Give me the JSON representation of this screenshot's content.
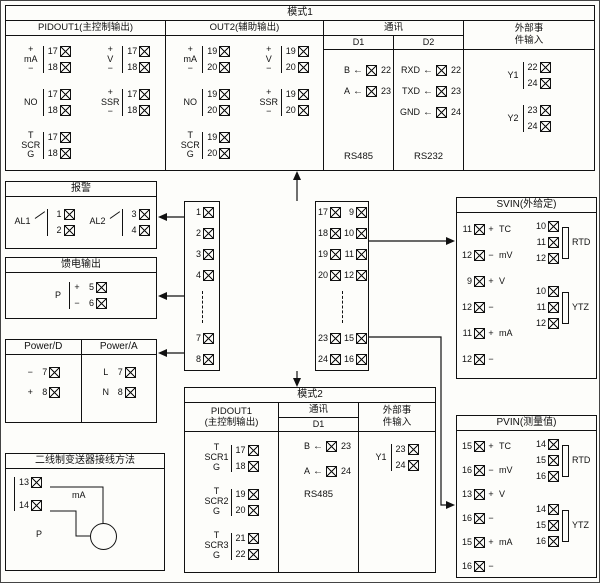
{
  "icons": {
    "arrow_left": "←"
  },
  "mode1": {
    "title": "模式1",
    "pidout1": {
      "header": "PIDOUT1(主控制输出)",
      "items": [
        {
          "top": "+",
          "label": "mA",
          "bottom": "−",
          "t1": "17",
          "t2": "18"
        },
        {
          "top": "+",
          "label": "V",
          "bottom": "−",
          "t1": "17",
          "t2": "18"
        },
        {
          "label": "NO",
          "t1": "17",
          "t2": "18"
        },
        {
          "top": "+",
          "label": "SSR",
          "bottom": "−",
          "t1": "17",
          "t2": "18"
        },
        {
          "top": "T",
          "label": "SCR",
          "bottom": "G",
          "t1": "17",
          "t2": "18"
        }
      ]
    },
    "out2": {
      "header": "OUT2(辅助输出)",
      "items": [
        {
          "top": "+",
          "label": "mA",
          "bottom": "−",
          "t1": "19",
          "t2": "20"
        },
        {
          "top": "+",
          "label": "V",
          "bottom": "−",
          "t1": "19",
          "t2": "20"
        },
        {
          "label": "NO",
          "t1": "19",
          "t2": "20"
        },
        {
          "top": "+",
          "label": "SSR",
          "bottom": "−",
          "t1": "19",
          "t2": "20"
        },
        {
          "top": "T",
          "label": "SCR",
          "bottom": "G",
          "t1": "19",
          "t2": "20"
        }
      ]
    },
    "comm": {
      "header": "通讯",
      "d1_label": "D1",
      "d2_label": "D2",
      "d1_rows": [
        {
          "sig": "B",
          "t": "22"
        },
        {
          "sig": "A",
          "t": "23"
        }
      ],
      "d1_std": "RS485",
      "d2_rows": [
        {
          "sig": "RXD",
          "t": "22"
        },
        {
          "sig": "TXD",
          "t": "23"
        },
        {
          "sig": "GND",
          "t": "24"
        }
      ],
      "d2_std": "RS232"
    },
    "event": {
      "header": "外部事件输入",
      "items": [
        {
          "name": "Y1",
          "t1": "22",
          "t2": "24"
        },
        {
          "name": "Y2",
          "t1": "23",
          "t2": "24"
        }
      ]
    }
  },
  "alarm": {
    "title": "报警",
    "items": [
      {
        "name": "AL1",
        "t1": "1",
        "t2": "2"
      },
      {
        "name": "AL2",
        "t1": "3",
        "t2": "4"
      }
    ]
  },
  "feed": {
    "title": "馈电输出",
    "label": "P",
    "rows": [
      {
        "sign": "+",
        "t": "5"
      },
      {
        "sign": "−",
        "t": "6"
      }
    ]
  },
  "power": {
    "d_title": "Power/D",
    "a_title": "Power/A",
    "d_rows": [
      {
        "sign": "−",
        "t": "7"
      },
      {
        "sign": "+",
        "t": "8"
      }
    ],
    "a_rows": [
      {
        "sign": "L",
        "t": "7"
      },
      {
        "sign": "N",
        "t": "8"
      }
    ]
  },
  "two_wire": {
    "title": "二线制变送器接线方法",
    "rows": [
      {
        "t": "13"
      },
      {
        "t": "14"
      }
    ],
    "signal": "mA",
    "p_label": "P"
  },
  "terminal_block": {
    "left_top": [
      {
        "n": "1"
      },
      {
        "n": "2"
      },
      {
        "n": "3"
      },
      {
        "n": "4"
      }
    ],
    "left_bottom": [
      {
        "n": "7"
      },
      {
        "n": "8"
      }
    ],
    "right_top": [
      {
        "a": "17",
        "b": "9"
      },
      {
        "a": "18",
        "b": "10"
      },
      {
        "a": "19",
        "b": "11"
      },
      {
        "a": "20",
        "b": "12"
      }
    ],
    "right_bottom": [
      {
        "a": "23",
        "b": "15"
      },
      {
        "a": "24",
        "b": "16"
      }
    ]
  },
  "mode2": {
    "title": "模式2",
    "pidout1_header1": "PIDOUT1",
    "pidout1_header2": "(主控制输出)",
    "scr_items": [
      {
        "name": "SCR1",
        "top": "T",
        "bottom": "G",
        "t1": "17",
        "t2": "18"
      },
      {
        "name": "SCR2",
        "top": "T",
        "bottom": "G",
        "t1": "19",
        "t2": "20"
      },
      {
        "name": "SCR3",
        "top": "T",
        "bottom": "G",
        "t1": "21",
        "t2": "22"
      }
    ],
    "comm_header": "通讯",
    "comm_sub": "D1",
    "comm_rows": [
      {
        "sig": "B",
        "t": "23"
      },
      {
        "sig": "A",
        "t": "24"
      }
    ],
    "comm_std": "RS485",
    "event_header": "外部事件输入",
    "event_items": [
      {
        "name": "Y1",
        "t1": "23",
        "t2": "24"
      }
    ]
  },
  "svin": {
    "title": "SVIN(外给定)",
    "left_rows": [
      {
        "t": "11",
        "sign": "+",
        "label": "TC"
      },
      {
        "t": "12",
        "sign": "−",
        "label": "mV"
      },
      {
        "t": "9",
        "sign": "+",
        "label": "V"
      },
      {
        "t": "12",
        "sign": "−",
        "label": ""
      },
      {
        "t": "11",
        "sign": "+",
        "label": "mA"
      },
      {
        "t": "12",
        "sign": "−",
        "label": ""
      }
    ],
    "rtd": {
      "label": "RTD",
      "terms": [
        {
          "t": "10"
        },
        {
          "t": "11"
        },
        {
          "t": "12"
        }
      ]
    },
    "ytz": {
      "label": "YTZ",
      "terms": [
        {
          "t": "10"
        },
        {
          "t": "11"
        },
        {
          "t": "12"
        }
      ]
    }
  },
  "pvin": {
    "title": "PVIN(测量值)",
    "left_rows": [
      {
        "t": "15",
        "sign": "+",
        "label": "TC"
      },
      {
        "t": "16",
        "sign": "−",
        "label": "mV"
      },
      {
        "t": "13",
        "sign": "+",
        "label": "V"
      },
      {
        "t": "16",
        "sign": "−",
        "label": ""
      },
      {
        "t": "15",
        "sign": "+",
        "label": "mA"
      },
      {
        "t": "16",
        "sign": "−",
        "label": ""
      }
    ],
    "rtd": {
      "label": "RTD",
      "terms": [
        {
          "t": "14"
        },
        {
          "t": "15"
        },
        {
          "t": "16"
        }
      ]
    },
    "ytz": {
      "label": "YTZ",
      "terms": [
        {
          "t": "14"
        },
        {
          "t": "15"
        },
        {
          "t": "16"
        }
      ]
    }
  }
}
